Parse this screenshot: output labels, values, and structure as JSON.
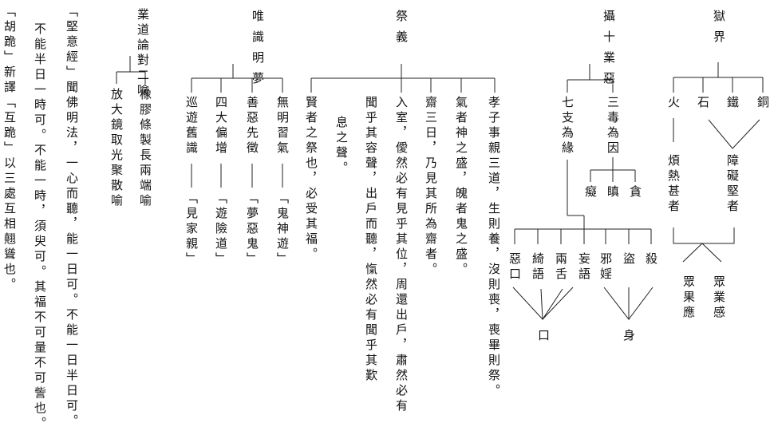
{
  "hell": {
    "title": "獄界",
    "fire": "火",
    "stone": "石",
    "iron": "鐵",
    "copper": "銅",
    "afflictions": "煩熱甚者",
    "obstructions": "障礙堅者",
    "result_a": "眾業感",
    "result_b": "眾果應"
  },
  "karma": {
    "title": "攝十業惡",
    "three_poisons": "三毒為因",
    "seven_limbs": "七支為緣",
    "greed": "貪",
    "anger": "瞋",
    "delusion": "癡",
    "killing": "殺",
    "stealing": "盜",
    "adultery": "邪婬",
    "lying": "妄語",
    "double_tongue": "兩舌",
    "flattery": "綺語",
    "harsh": "惡口",
    "body": "身",
    "mouth": "口"
  },
  "rite": {
    "title": "祭義",
    "c1": "孝子事親三道，生則養，沒則喪，喪畢則祭。",
    "c2": "氣者神之盛，魄者鬼之盛。",
    "c3": "齋三日，乃見其所為齋者。",
    "c4": "入室，僾然必有見乎其位，周還出戶，肅然必有",
    "c5": "聞乎其容聲，出戶而聽，愾然必有聞乎其歎",
    "c6": "息之聲。",
    "c7": "賢者之祭也，必受其福。"
  },
  "mind": {
    "title": "唯識明夢",
    "b1_top": "無明習氣",
    "b1_bot": "「鬼神遊」",
    "b2_top": "善惡先徵",
    "b2_bot": "「夢惡鬼」",
    "b3_top": "四大偏增",
    "b3_bot": "「遊險道」",
    "b4_top": "巡遊舊識",
    "b4_bot": "「見家親」"
  },
  "analogy": {
    "title": "業道論對二喻",
    "left": "橡膠條製長兩端喻",
    "right": "放大鏡取光聚散喻"
  },
  "sutra": {
    "c1": "「堅意經」聞佛明法，一心而聽，能一日可。不能一日半日可。",
    "c2": "不能半日一時可。不能一時，須臾可。其福不可量不可訾也。",
    "c3": "「胡跪」新譯「互跪」以三處互相翹聳也。"
  }
}
